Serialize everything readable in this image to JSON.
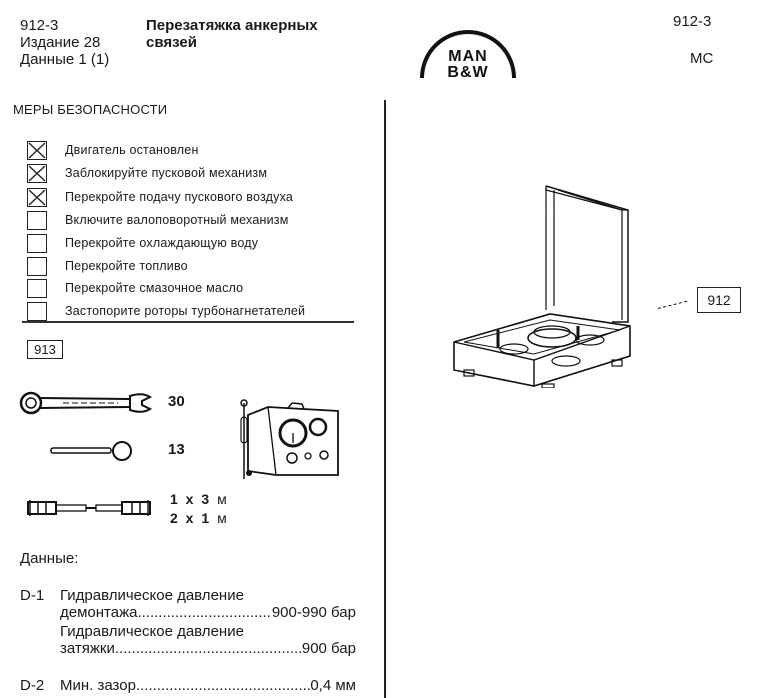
{
  "header": {
    "doc_code": "912-3",
    "edition": "Издание 28",
    "data_sheet": "Данные 1 (1)",
    "title_line1": "Перезатяжка анкерных",
    "title_line2": "связей",
    "right_code": "912-3",
    "right_series": "MC",
    "logo": {
      "line1": "MAN",
      "line2": "B&W"
    }
  },
  "safety": {
    "title": "МЕРЫ БЕЗОПАСНОСТИ",
    "items": [
      {
        "label": "Двигатель остановлен",
        "checked": true
      },
      {
        "label": "Заблокируйте пусковой механизм",
        "checked": true
      },
      {
        "label": "Перекройте подачу пускового воздуха",
        "checked": true
      },
      {
        "label": "Включите валоповоротный механизм",
        "checked": false
      },
      {
        "label": "Перекройте охлаждающую воду",
        "checked": false
      },
      {
        "label": "Перекройте топливо",
        "checked": false
      },
      {
        "label": "Перекройте смазочное масло",
        "checked": false
      },
      {
        "label": "Застопорите роторы турбонагнетателей",
        "checked": false
      }
    ]
  },
  "tools": {
    "ref": "913",
    "wrench_size": "30",
    "pin_size": "13",
    "hose_qty_1": "1 x 3",
    "hose_qty_2": "2 x 1",
    "hose_unit": "м",
    "icons": [
      "combination-wrench-icon",
      "tommy-bar-icon",
      "hydraulic-hose-icon",
      "hydraulic-pump-icon"
    ]
  },
  "illustration": {
    "ref": "912",
    "icon": "tool-box-icon"
  },
  "data": {
    "title": "Данные:",
    "rows": [
      {
        "code": "D-1",
        "line1": "Гидравлическое давление",
        "line2_label": "демонтажа",
        "value": "900-990 бар"
      },
      {
        "code": "",
        "line1": "Гидравлическое давление",
        "line2_label": "затяжки",
        "value": "900 бар"
      },
      {
        "code": "D-2",
        "line1": "",
        "line2_label": "Мин. зазор",
        "value": "0,4 мм"
      }
    ]
  }
}
